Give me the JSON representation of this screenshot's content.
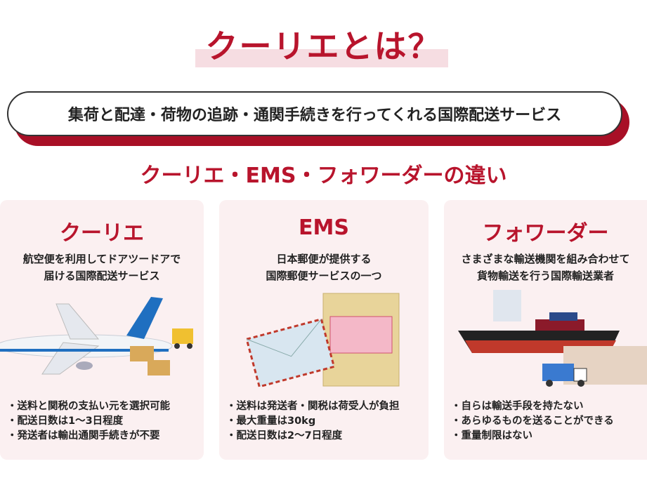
{
  "title": "クーリエとは？",
  "definition": "集荷と配達・荷物の追跡・通関手続きを行ってくれる国際配送サービス",
  "subtitle": "クーリエ・EMS・フォワーダーの違い",
  "cards": [
    {
      "title": "クーリエ",
      "desc": [
        "航空便を利用してドアツードアで",
        "届ける国際配送サービス"
      ],
      "points": [
        "・送料と関税の支払い元を選択可能",
        "・配送日数は1～3日程度",
        "・発送者は輸出通関手続きが不要"
      ]
    },
    {
      "title": "EMS",
      "desc": [
        "日本郵便が提供する",
        "国際郵便サービスの一つ"
      ],
      "points": [
        "・送料は発送者・関税は荷受人が負担",
        "・最大重量は30kg",
        "・配送日数は2～7日程度"
      ]
    },
    {
      "title": "フォワーダー",
      "desc": [
        "さまざまな輸送機関を組み合わせて",
        "貨物輸送を行う国際輸送業者"
      ],
      "points": [
        "・自らは輸送手段を持たない",
        "・あらゆるものを送ることができる",
        "・重量制限はない"
      ]
    }
  ],
  "colors": {
    "accent": "#b8142c",
    "card_bg": "#fbf0f1"
  }
}
